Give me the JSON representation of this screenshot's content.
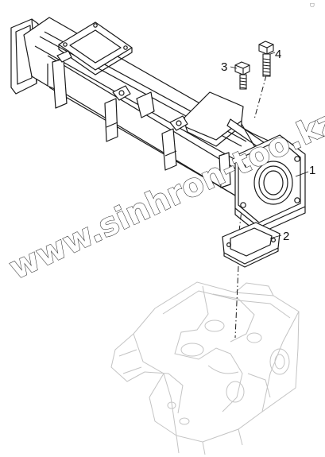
{
  "figure": {
    "parts": [
      {
        "number": "1",
        "part": "exhaust-manifold"
      },
      {
        "number": "2",
        "part": "gasket"
      },
      {
        "number": "3",
        "part": "bolt"
      },
      {
        "number": "4",
        "part": "bolt"
      }
    ],
    "watermark": "www.sinhron-too.kz",
    "corner_mark": "ᗜ",
    "colors": {
      "line": "#1a1a1a",
      "ghost_line": "#c4c4c4",
      "watermark_outline": "#2a2a2a",
      "background": "#ffffff"
    }
  }
}
